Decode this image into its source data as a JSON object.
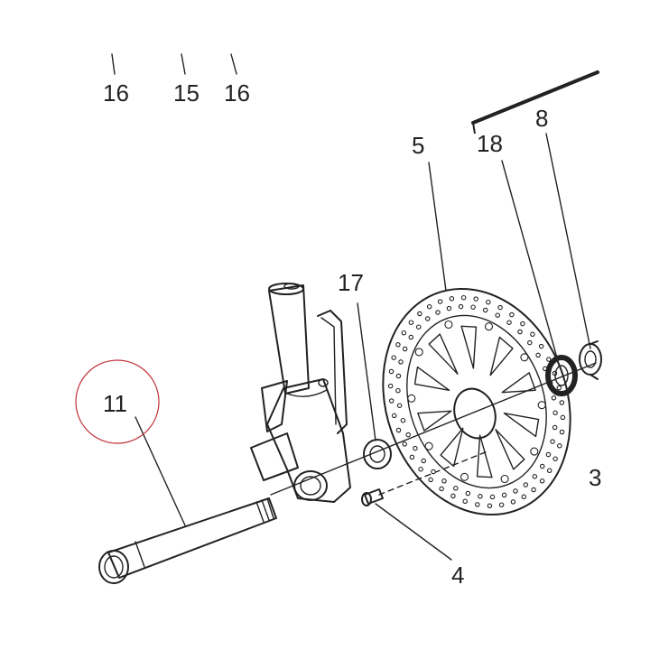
{
  "callouts": [
    {
      "id": "c16a",
      "text": "16"
    },
    {
      "id": "c15",
      "text": "15"
    },
    {
      "id": "c16b",
      "text": "16"
    },
    {
      "id": "c18",
      "text": "18"
    },
    {
      "id": "c8",
      "text": "8"
    },
    {
      "id": "c5",
      "text": "5"
    },
    {
      "id": "c17",
      "text": "17"
    },
    {
      "id": "c11",
      "text": "11"
    },
    {
      "id": "c4",
      "text": "4"
    },
    {
      "id": "c3",
      "text": "3"
    }
  ],
  "highlight": {
    "callout": "11",
    "color": "#c0303a"
  },
  "colors": {
    "ink": "#222222",
    "background": "#ffffff"
  }
}
